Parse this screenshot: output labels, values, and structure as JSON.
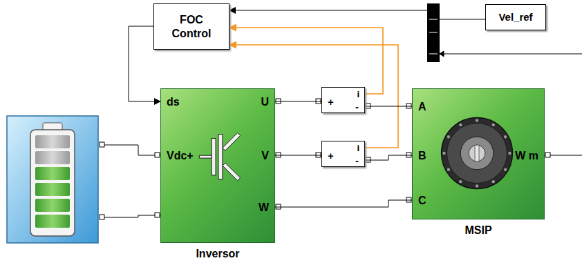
{
  "diagram": {
    "nodes": [
      {
        "text": [
          "FOC Control"
        ]
      },
      {
        "text": [
          "Vel_ref"
        ]
      },
      {
        "text": [
          "Inversor",
          "ds",
          "Vdc+",
          "U",
          "V",
          "W"
        ]
      },
      {
        "text": [
          "i",
          "+",
          "-"
        ]
      },
      {
        "text": [
          "i",
          "+",
          "-"
        ]
      },
      {
        "text": [
          "MSIP",
          "A",
          "B",
          "C",
          "W m"
        ]
      }
    ],
    "edges": [
      {
        "from": 1,
        "to": 0,
        "arrow": "to"
      },
      {
        "from": 0,
        "to": 2,
        "arrow": "to"
      },
      {
        "from": 2,
        "to": 3,
        "arrow": "none"
      },
      {
        "from": 2,
        "to": 4,
        "arrow": "none"
      },
      {
        "from": 3,
        "to": 0,
        "arrow": "to"
      },
      {
        "from": 4,
        "to": 0,
        "arrow": "to"
      },
      {
        "from": 3,
        "to": 5,
        "arrow": "none"
      },
      {
        "from": 4,
        "to": 5,
        "arrow": "none"
      },
      {
        "from": 2,
        "to": 5,
        "arrow": "none"
      }
    ]
  }
}
